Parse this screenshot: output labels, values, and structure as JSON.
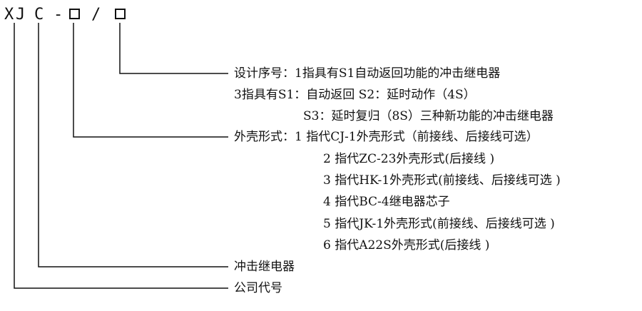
{
  "code": {
    "x": "X",
    "j": "J",
    "c": "C",
    "dash": "-",
    "slash": "/"
  },
  "design_no": {
    "label_line": "设计序号：1指具有S1自动返回功能的冲击继电器",
    "line2": "3指具有S1：自动返回   S2：延时动作（4S）",
    "line3": "S3：延时复归（8S）三种新功能的冲击继电器"
  },
  "housing": {
    "label_line": "外壳形式：1   指代CJ-1外壳形式（前接线、后接线可选）",
    "items": [
      "2   指代ZC-23外壳形式(后接线 )",
      "3   指代HK-1外壳形式(前接线、后接线可选 )",
      "4   指代BC-4继电器芯子",
      "5   指代JK-1外壳形式(前接线、后接线可选 )",
      "6   指代A22S外壳形式(后接线 )"
    ]
  },
  "relay_label": "冲击继电器",
  "company_label": "公司代号"
}
